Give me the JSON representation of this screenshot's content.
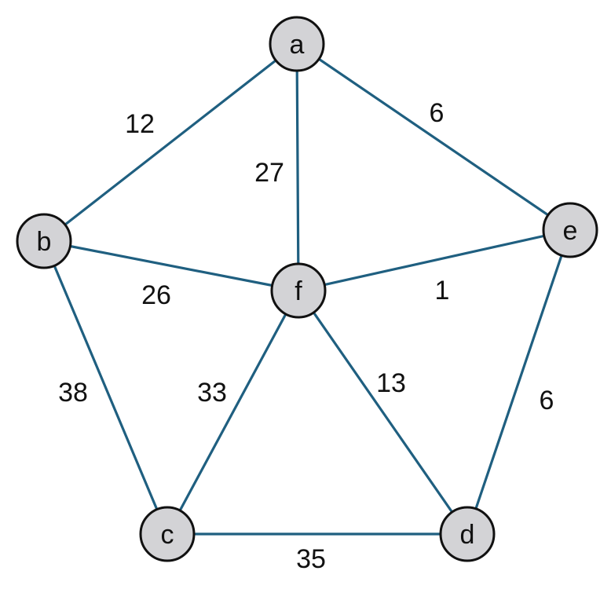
{
  "graph": {
    "nodes": [
      {
        "id": "a",
        "label": "a"
      },
      {
        "id": "b",
        "label": "b"
      },
      {
        "id": "c",
        "label": "c"
      },
      {
        "id": "d",
        "label": "d"
      },
      {
        "id": "e",
        "label": "e"
      },
      {
        "id": "f",
        "label": "f"
      }
    ],
    "edges": [
      {
        "from": "a",
        "to": "b",
        "weight": "12"
      },
      {
        "from": "a",
        "to": "f",
        "weight": "27"
      },
      {
        "from": "a",
        "to": "e",
        "weight": "6"
      },
      {
        "from": "b",
        "to": "f",
        "weight": "26"
      },
      {
        "from": "f",
        "to": "e",
        "weight": "1"
      },
      {
        "from": "b",
        "to": "c",
        "weight": "38"
      },
      {
        "from": "f",
        "to": "c",
        "weight": "33"
      },
      {
        "from": "f",
        "to": "d",
        "weight": "13"
      },
      {
        "from": "e",
        "to": "d",
        "weight": "6"
      },
      {
        "from": "c",
        "to": "d",
        "weight": "35"
      }
    ]
  },
  "colors": {
    "edge": "#1f5f80",
    "node_fill": "#d3d3d6",
    "node_stroke": "#111111",
    "text": "#111111"
  }
}
